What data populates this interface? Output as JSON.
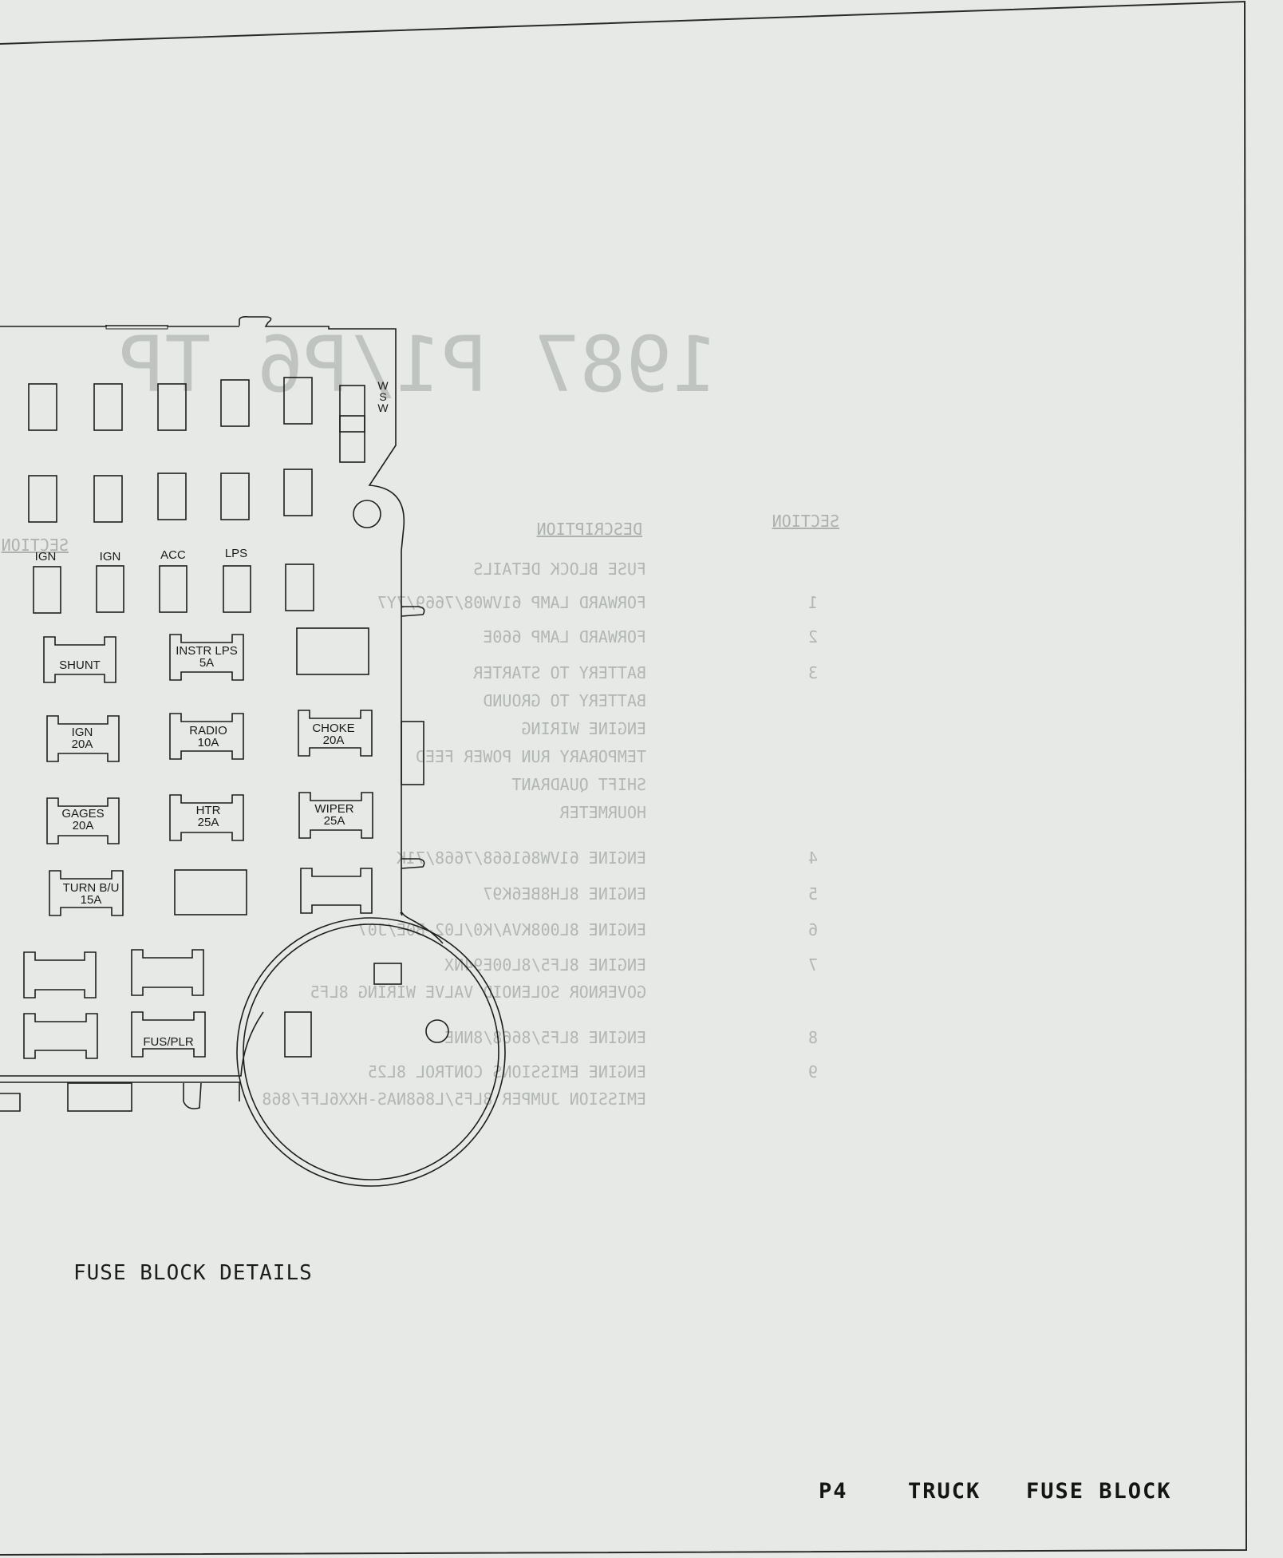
{
  "diagram": {
    "fuse_labels": {
      "wsw": "W\nS\nW",
      "ign1": "IGN",
      "ign2": "IGN",
      "acc": "ACC",
      "lps": "LPS",
      "shunt": "SHUNT",
      "instr": "INSTR LPS\n5A",
      "ign20": "IGN\n20A",
      "radio": "RADIO\n10A",
      "choke": "CHOKE\n20A",
      "gages": "GAGES\n20A",
      "htr": "HTR\n25A",
      "wiper": "WIPER\n25A",
      "turn": "TURN B/U\n15A",
      "fusplr": "FUS/PLR"
    },
    "caption": "FUSE BLOCK DETAILS"
  },
  "ghost_text": {
    "description_header": "DESCRIPTION",
    "section_header": "SECTION",
    "section_left": "SECTION",
    "rows": [
      {
        "desc": "FUSE BLOCK DETAILS",
        "sec": ""
      },
      {
        "desc": "FORWARD LAMP 61VW08/7669/7Y7",
        "sec": "1"
      },
      {
        "desc": "FORWARD LAMP 660E",
        "sec": "2"
      },
      {
        "desc": "BATTERY TO STARTER",
        "sec": "3"
      },
      {
        "desc": "BATTERY TO GROUND",
        "sec": ""
      },
      {
        "desc": "ENGINE WIRING",
        "sec": ""
      },
      {
        "desc": "TEMPORARY RUN POWER FEED",
        "sec": ""
      },
      {
        "desc": "SHIFT QUADRANT",
        "sec": ""
      },
      {
        "desc": "HOURMETER",
        "sec": ""
      },
      {
        "desc": "ENGINE 61VW861668/7668/71K",
        "sec": "4"
      },
      {
        "desc": "ENGINE 8LH8BE6K97",
        "sec": "5"
      },
      {
        "desc": "ENGINE 8L008KVA/K0/L02-B0E/J07",
        "sec": "6"
      },
      {
        "desc": "ENGINE 8LF5/8L00E94NX",
        "sec": "7"
      },
      {
        "desc": "GOVERNOR SOLENOID VALVE WIRING 8LF5",
        "sec": ""
      },
      {
        "desc": "ENGINE 8LF5/8668/8NNE",
        "sec": "8"
      },
      {
        "desc": "ENGINE EMISSIONS CONTROL 8L25",
        "sec": "9"
      },
      {
        "desc": "EMISSION JUMPER 8LF5/L868NAS-HXX6LFF/868",
        "sec": ""
      }
    ],
    "title_ghost": "1987 P1/P6 TP"
  },
  "footer": {
    "page": "P4",
    "vehicle": "TRUCK",
    "section": "FUSE BLOCK"
  }
}
